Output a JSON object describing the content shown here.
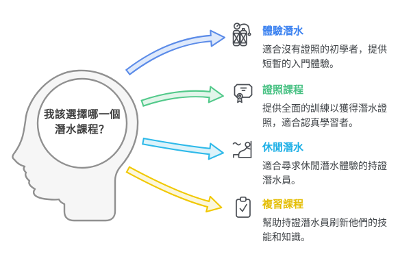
{
  "head": {
    "question_line1": "我該選擇哪一個",
    "question_line2": "潛水課程？",
    "fill_color": "#f6f6f6",
    "outline_color": "#909090",
    "bubble_fill": "#ffffff"
  },
  "options": [
    {
      "title": "體驗潛水",
      "description": "適合沒有證照的初學者，提供\n短暫的入門體驗。",
      "icon": "scuba-tank-icon",
      "title_color": "#3c82f0",
      "arrow_stroke": "#5b8be8",
      "arrow_fill": "#dee9fb"
    },
    {
      "title": "證照課程",
      "description": "提供全面的訓練以獲得潛水證\n照，適合認真學習者。",
      "icon": "certificate-icon",
      "title_color": "#48c183",
      "arrow_stroke": "#52c98a",
      "arrow_fill": "#e2f5ea"
    },
    {
      "title": "休閒潛水",
      "description": "適合尋求休閒潛水體驗的持證\n潛水員。",
      "icon": "diver-icon",
      "title_color": "#1fb0e6",
      "arrow_stroke": "#2eb9e9",
      "arrow_fill": "#ddf3fa"
    },
    {
      "title": "複習課程",
      "description": "幫助持證潛水員刷新他們的技\n能和知識。",
      "icon": "clipboard-check-icon",
      "title_color": "#e4bd03",
      "arrow_stroke": "#f1c802",
      "arrow_fill": "#fbf7dc"
    }
  ]
}
